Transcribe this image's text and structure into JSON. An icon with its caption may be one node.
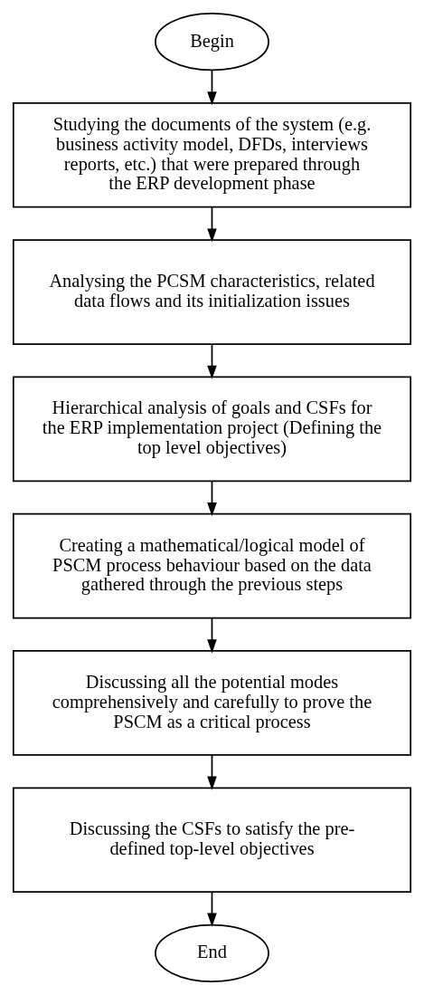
{
  "diagram": {
    "nodes": [
      {
        "text": [
          "Begin"
        ]
      },
      {
        "text": [
          "Studying the documents of the system (e.g. business activity model, DFDs, interviews reports, etc.) that were prepared through the ERP development phase"
        ]
      },
      {
        "text": [
          "Analysing the PCSM characteristics, related data flows and its initialization issues"
        ]
      },
      {
        "text": [
          "Hierarchical analysis of goals and CSFs for the ERP implementation project (Defining the top level objectives)"
        ]
      },
      {
        "text": [
          "Creating a mathematical/logical model of PSCM process behaviour based on the data gathered through the previous steps"
        ]
      },
      {
        "text": [
          "Discussing all the potential modes comprehensively and carefully to prove the PSCM as a critical process"
        ]
      },
      {
        "text": [
          "Discussing the CSFs to satisfy the pre-defined top-level objectives"
        ]
      },
      {
        "text": [
          "End"
        ]
      }
    ],
    "edges": [
      {
        "from": 0,
        "to": 1,
        "arrow": "to"
      },
      {
        "from": 1,
        "to": 2,
        "arrow": "to"
      },
      {
        "from": 2,
        "to": 3,
        "arrow": "to"
      },
      {
        "from": 3,
        "to": 4,
        "arrow": "to"
      },
      {
        "from": 4,
        "to": 5,
        "arrow": "to"
      },
      {
        "from": 5,
        "to": 6,
        "arrow": "to"
      },
      {
        "from": 6,
        "to": 7,
        "arrow": "to"
      }
    ]
  }
}
